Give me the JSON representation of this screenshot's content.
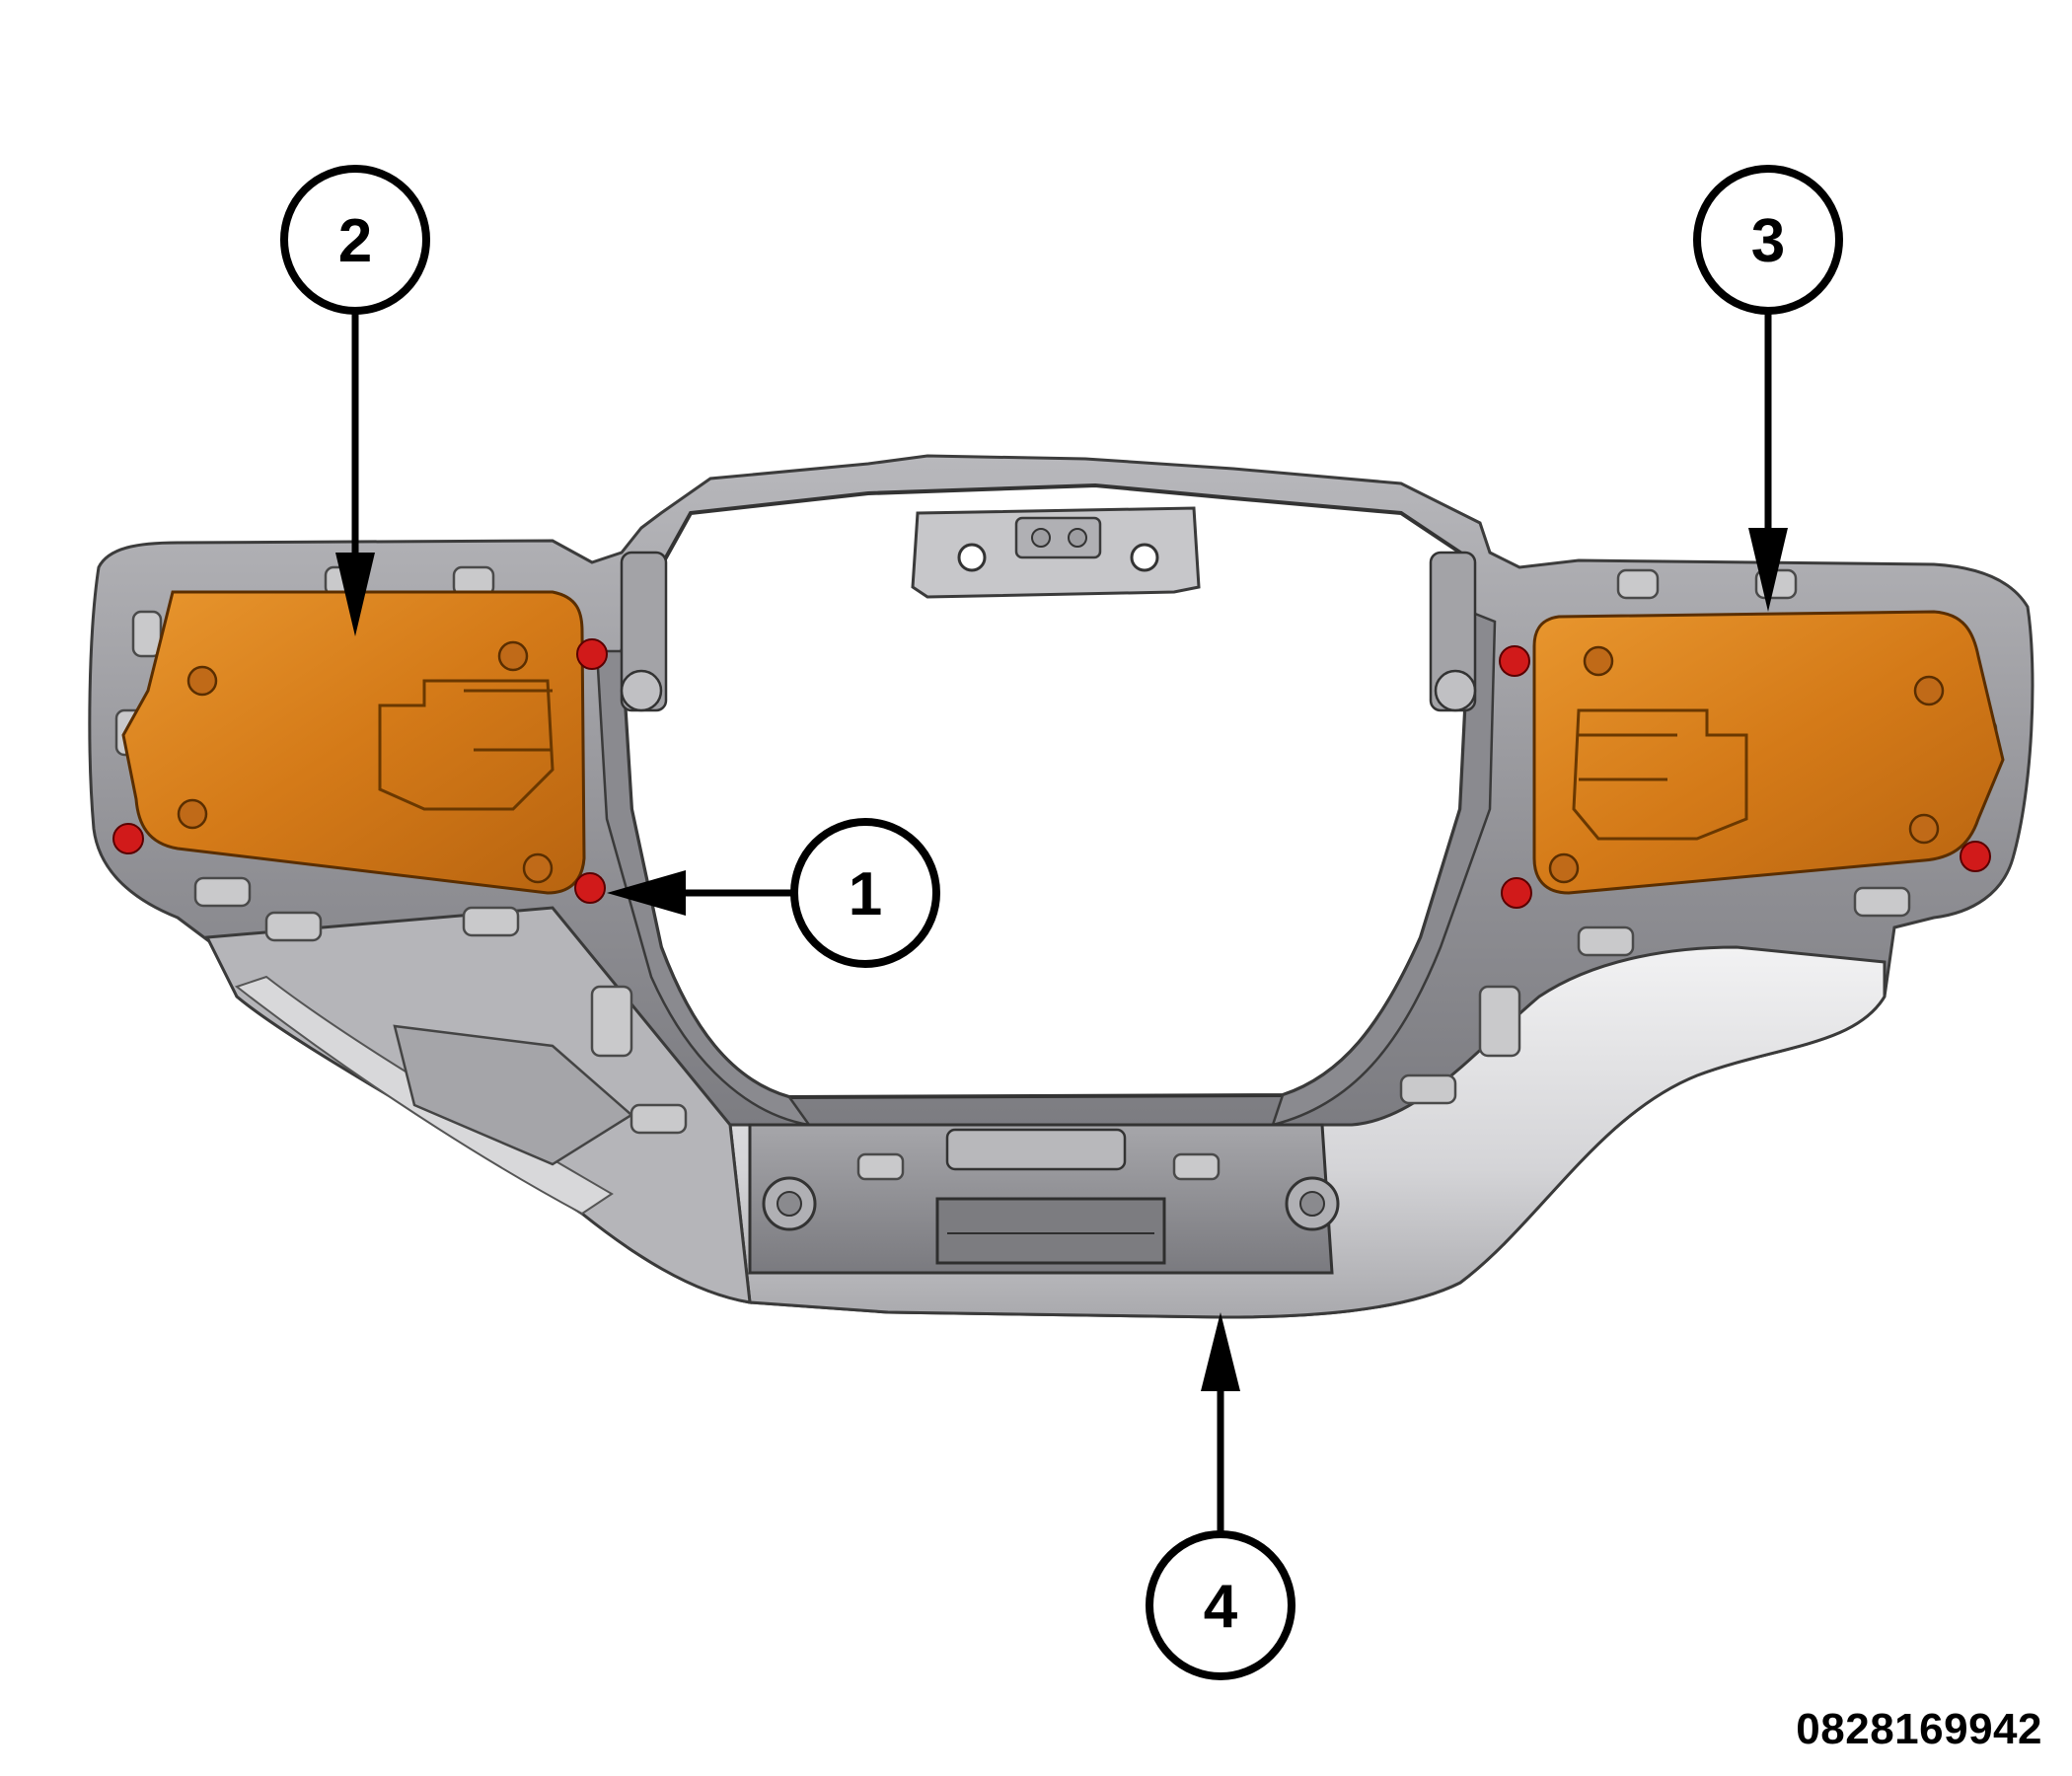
{
  "figure_id": "0828169942",
  "callouts": [
    {
      "id": "callout-1",
      "label": "1"
    },
    {
      "id": "callout-2",
      "label": "2"
    },
    {
      "id": "callout-3",
      "label": "3"
    },
    {
      "id": "callout-4",
      "label": "4"
    }
  ],
  "colors": {
    "module": "#d8801e",
    "frame": "#9a9a9e",
    "frame_light": "#c4c4c8",
    "trim": "#e2e2e4",
    "screw": "#d11a1a",
    "line": "#000000"
  }
}
